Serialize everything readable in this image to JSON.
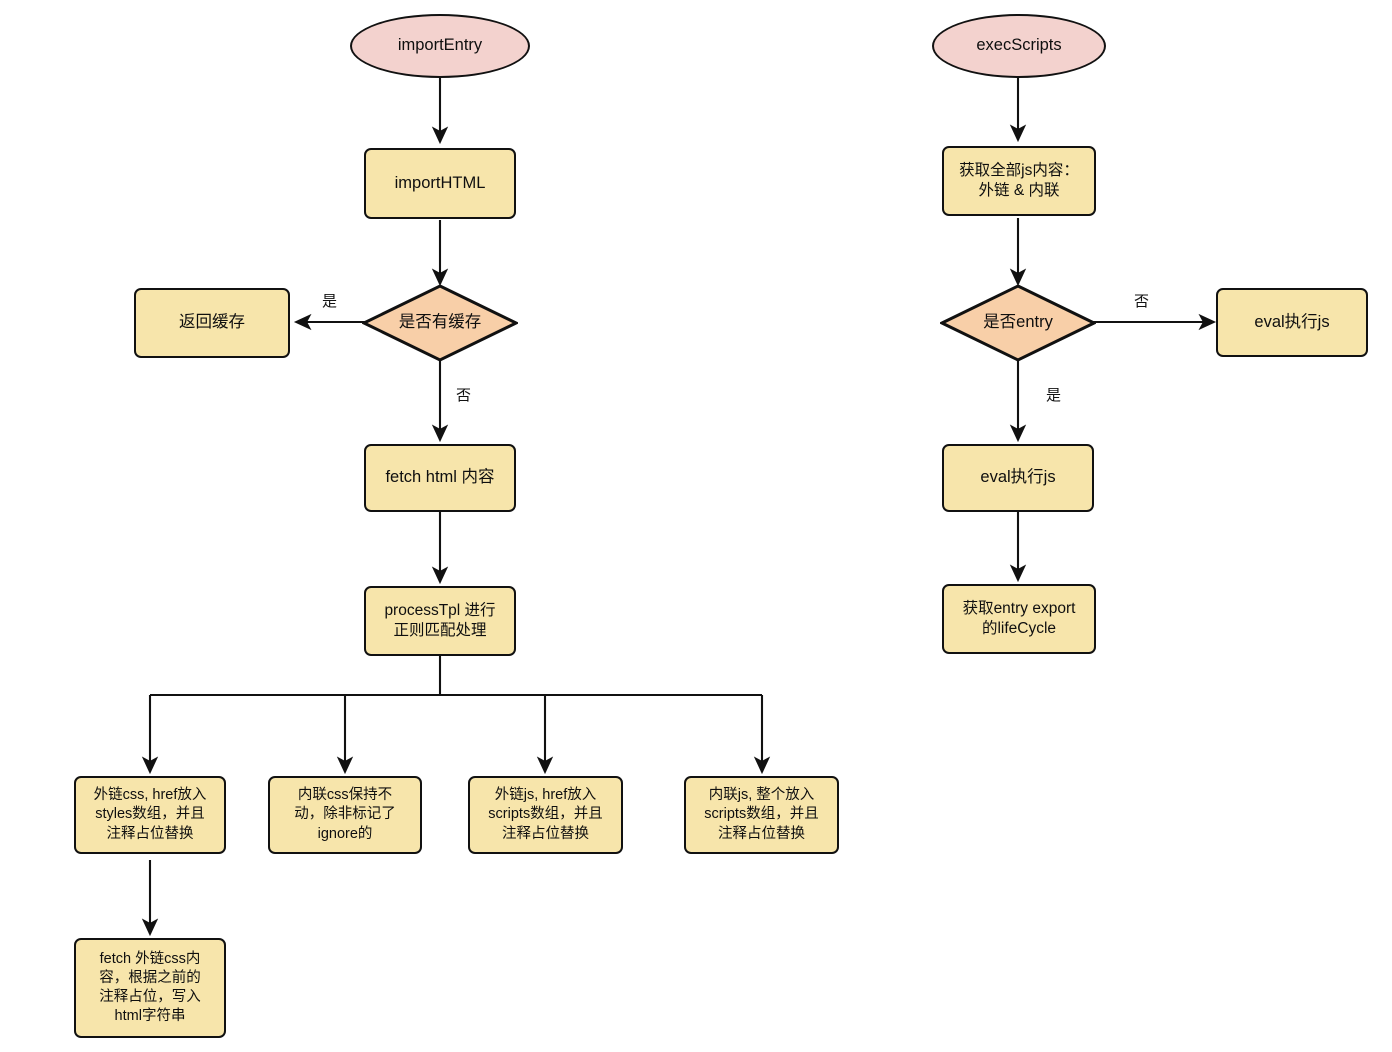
{
  "diagram": {
    "title": "importEntry / execScripts flowchart",
    "type": "flowchart",
    "colors": {
      "terminator_fill": "#f3d2ce",
      "process_fill": "#f7e5ab",
      "decision_fill": "#f8cfa8",
      "stroke": "#111111",
      "background": "#ffffff",
      "text": "#0f0f0f"
    }
  },
  "left_flow": {
    "name": "importEntry",
    "nodes": {
      "start": {
        "label": "importEntry",
        "shape": "terminator"
      },
      "import_html": {
        "label": "importHTML",
        "shape": "process"
      },
      "has_cache": {
        "label": "是否有缓存",
        "shape": "decision"
      },
      "return_cache": {
        "label": "返回缓存",
        "shape": "process"
      },
      "fetch_html": {
        "label": "fetch html 内容",
        "shape": "process"
      },
      "process_tpl": {
        "label_line1": "processTpl 进行",
        "label_line2": "正则匹配处理",
        "shape": "process"
      },
      "external_css": {
        "label_line1": "外链css, href放入",
        "label_line2": "styles数组，并且",
        "label_line3": "注释占位替换",
        "shape": "process"
      },
      "inline_css": {
        "label_line1": "内联css保持不",
        "label_line2": "动，除非标记了",
        "label_line3": "ignore的",
        "shape": "process"
      },
      "external_js": {
        "label_line1": "外链js, href放入",
        "label_line2": "scripts数组，并且",
        "label_line3": "注释占位替换",
        "shape": "process"
      },
      "inline_js": {
        "label_line1": "内联js, 整个放入",
        "label_line2": "scripts数组，并且",
        "label_line3": "注释占位替换",
        "shape": "process"
      },
      "fetch_css": {
        "label_line1": "fetch 外链css内",
        "label_line2": "容，根据之前的",
        "label_line3": "注释占位，写入",
        "label_line4": "html字符串",
        "shape": "process"
      }
    },
    "edge_labels": {
      "cache_yes": "是",
      "cache_no": "否"
    }
  },
  "right_flow": {
    "name": "execScripts",
    "nodes": {
      "start": {
        "label": "execScripts",
        "shape": "terminator"
      },
      "get_all_js": {
        "label_line1": "获取全部js内容：",
        "label_line2": "外链 & 内联",
        "shape": "process"
      },
      "is_entry": {
        "label": "是否entry",
        "shape": "decision"
      },
      "eval_js_no": {
        "label": "eval执行js",
        "shape": "process"
      },
      "eval_js_yes": {
        "label": "eval执行js",
        "shape": "process"
      },
      "get_lifecycle": {
        "label_line1": "获取entry export",
        "label_line2": "的lifeCycle",
        "shape": "process"
      }
    },
    "edge_labels": {
      "entry_no": "否",
      "entry_yes": "是"
    }
  }
}
